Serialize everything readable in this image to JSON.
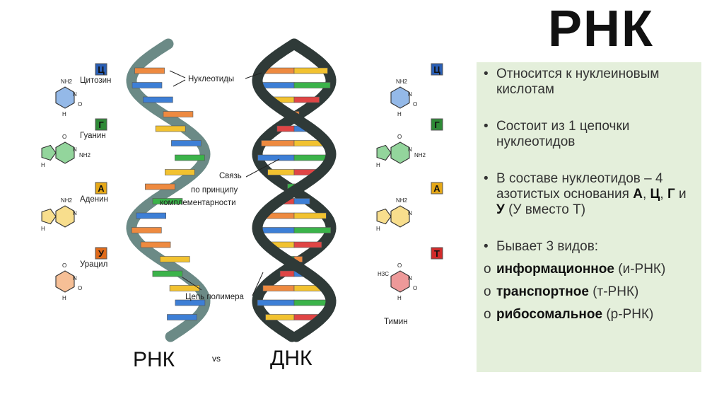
{
  "slide": {
    "title": "РНК"
  },
  "diagram": {
    "rna_bases": [
      {
        "letter": "Ц",
        "name": "Цитозин",
        "color": "#3d7fd6",
        "box_color": "#2a5fb5",
        "mol": "cytosine",
        "mol_amine": "NH2",
        "mol_o": "O",
        "mol_n": "N",
        "mol_nh": "H"
      },
      {
        "letter": "Г",
        "name": "Гуанин",
        "color": "#3bb34a",
        "box_color": "#2e8a36",
        "mol": "guanine",
        "mol_amine": "NH2",
        "mol_o": "O",
        "mol_n": "N",
        "mol_nh": "H"
      },
      {
        "letter": "А",
        "name": "Аденин",
        "color": "#f2c230",
        "box_color": "#e6a817",
        "mol": "adenine",
        "mol_amine": "NH2",
        "mol_o": "",
        "mol_n": "N",
        "mol_nh": "H"
      },
      {
        "letter": "У",
        "name": "Урацил",
        "color": "#ee8a40",
        "box_color": "#e06a1a",
        "mol": "uracil",
        "mol_amine": "",
        "mol_o": "O",
        "mol_n": "N",
        "mol_nh": "H"
      }
    ],
    "dna_bases": [
      {
        "letter": "Ц",
        "name": "",
        "color": "#3d7fd6",
        "box_color": "#2a5fb5",
        "mol": "cytosine",
        "mol_amine": "NH2",
        "mol_o": "O",
        "mol_n": "N",
        "mol_nh": "H"
      },
      {
        "letter": "Г",
        "name": "",
        "color": "#3bb34a",
        "box_color": "#2e8a36",
        "mol": "guanine",
        "mol_amine": "NH2",
        "mol_o": "O",
        "mol_n": "N",
        "mol_nh": "H"
      },
      {
        "letter": "А",
        "name": "",
        "color": "#f2c230",
        "box_color": "#e6a817",
        "mol": "adenine",
        "mol_amine": "NH2",
        "mol_o": "",
        "mol_n": "N",
        "mol_nh": "H"
      },
      {
        "letter": "Т",
        "name": "Тимин",
        "color": "#e04545",
        "box_color": "#d12b2b",
        "mol": "thymine",
        "mol_amine": "H3C",
        "mol_o": "O",
        "mol_n": "N",
        "mol_nh": "H"
      }
    ],
    "annotations": {
      "nucleotides": "Нуклеотиды",
      "bond_1": "Связь",
      "bond_2": "по принципу",
      "bond_3": "комплементарности",
      "chain": "Цепь полимера"
    },
    "rna_label": "РНК",
    "vs_label": "vs",
    "dna_label": "ДНК",
    "rna_strand_color": "#6b8a86",
    "dna_strand_color": "#2f3a38"
  },
  "info": {
    "items": [
      {
        "text": "Относится к нуклеиновым кислотам"
      },
      {
        "text": "Состоит из 1 цепочки нуклеотидов"
      },
      {
        "pre": "В составе нуклеотидов – 4 азотистых основания ",
        "b1": "А",
        "s1": ", ",
        "b2": "Ц",
        "s2": ", ",
        "b3": "Г",
        "s3": " и ",
        "b4": "У",
        "post": " (У вместо Т)"
      },
      {
        "text": "Бывает 3 видов:"
      }
    ],
    "types": [
      {
        "bold": "информационное",
        "rest": " (и-РНК)"
      },
      {
        "bold": "транспортное",
        "rest": " (т-РНК)"
      },
      {
        "bold": "рибосомальное",
        "rest": " (р-РНК)"
      }
    ],
    "bullet": "•",
    "sub_bullet": "o"
  }
}
